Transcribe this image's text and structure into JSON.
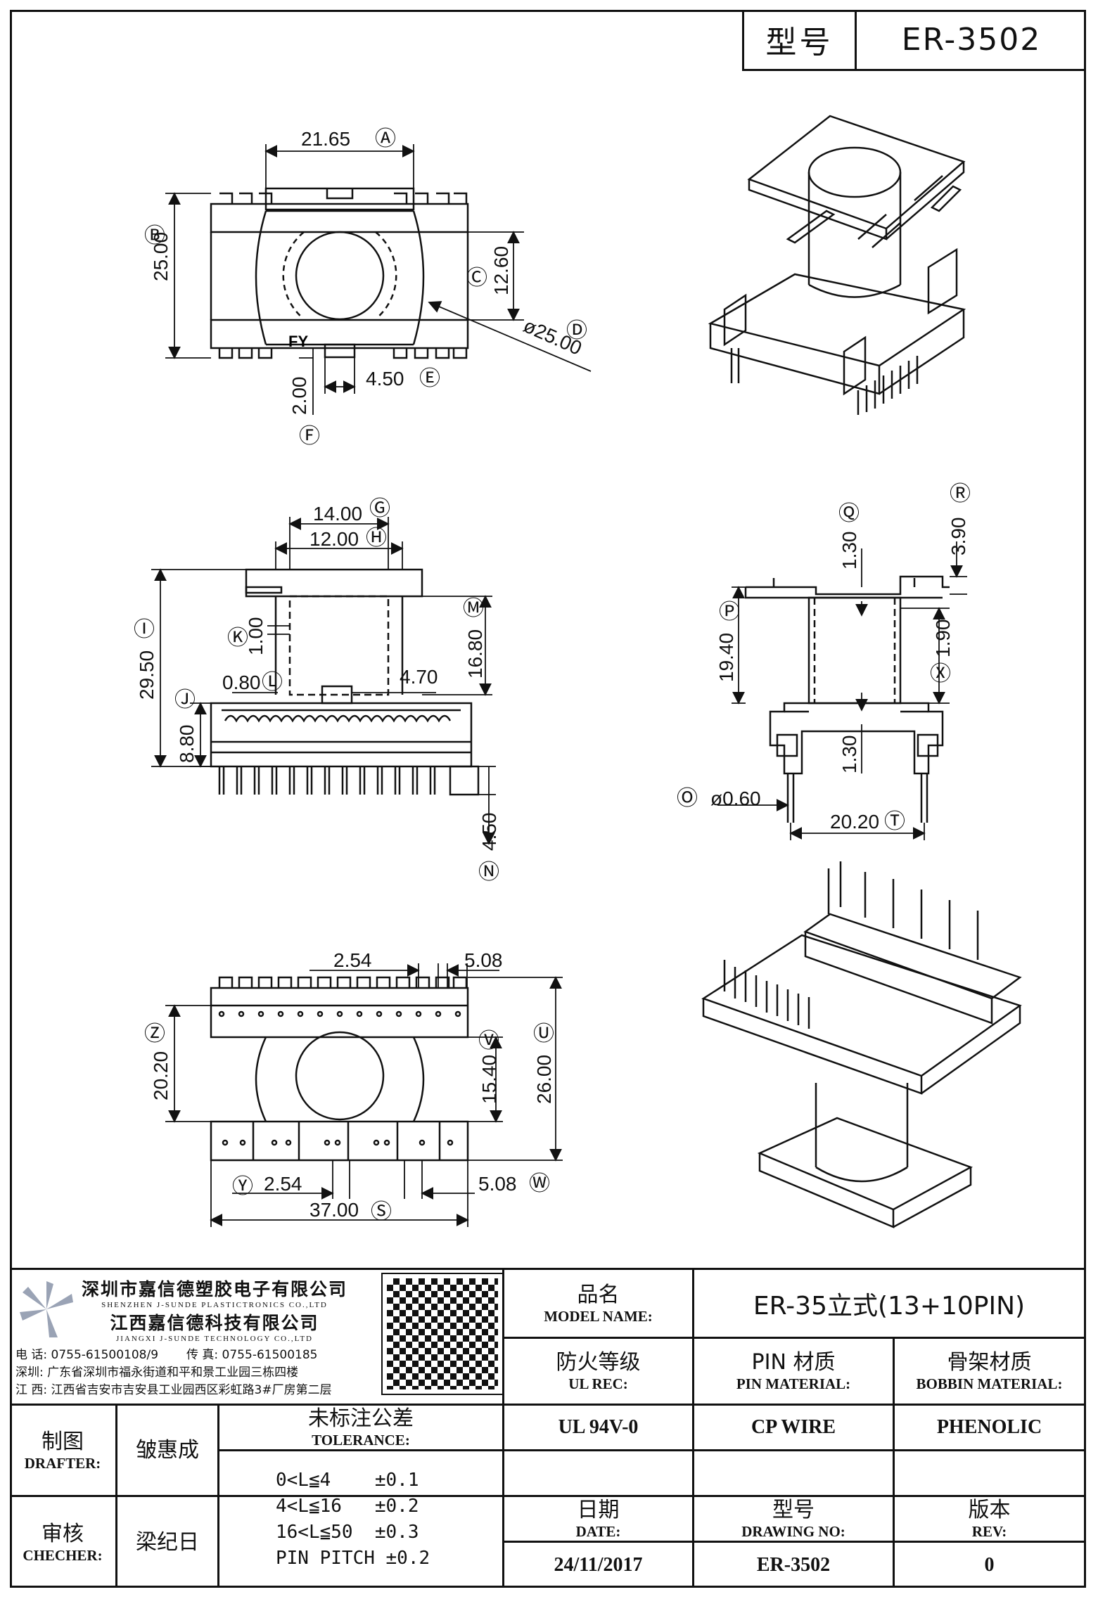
{
  "header": {
    "model_label": "型号",
    "model_value": "ER-3502"
  },
  "dims": {
    "A": "21.65",
    "B": "25.00",
    "C": "12.60",
    "D": "ø25.00",
    "E": "4.50",
    "F": "2.00",
    "G": "14.00",
    "H": "12.00",
    "I": "29.50",
    "J": "8.80",
    "K": "1.00",
    "L": "0.80",
    "M": "16.80",
    "N": "4.50",
    "L2": "4.70",
    "P": "19.40",
    "Q": "1.30",
    "R": "3.90",
    "X": "1.90",
    "Q2": "1.30",
    "O": "ø0.60",
    "T": "20.20",
    "top_pitch": "2.54",
    "top_pitch2": "5.08",
    "Z": "20.20",
    "V": "15.40",
    "U": "26.00",
    "Y": "2.54",
    "W": "5.08",
    "S": "37.00"
  },
  "marks": {
    "fy": "FY"
  },
  "company": {
    "name_sz": "深圳市嘉信德塑胶电子有限公司",
    "en_sz": "SHENZHEN J-SUNDE PLASTICTRONICS CO.,LTD",
    "name_jx": "江西嘉信德科技有限公司",
    "en_jx": "JIANGXI J-SUNDE TECHNOLOGY CO.,LTD",
    "phone": "电 话: 0755-61500108/9",
    "fax": "传 真: 0755-61500185",
    "addr_sz": "深圳: 广东省深圳市福永街道和平和景工业园三栋四楼",
    "addr_jx": "江 西: 江西省吉安市吉安县工业园西区彩虹路3#厂房第二层"
  },
  "title_block": {
    "model_name_zh": "品名",
    "model_name_en": "MODEL NAME:",
    "model_name_val": "ER-35立式(13+10PIN)",
    "ul_zh": "防火等级",
    "ul_en": "UL REC:",
    "ul_val": "UL 94V-0",
    "pin_zh": "PIN 材质",
    "pin_en": "PIN MATERIAL:",
    "pin_val": "CP WIRE",
    "bobbin_zh": "骨架材质",
    "bobbin_en": "BOBBIN MATERIAL:",
    "bobbin_val": "PHENOLIC",
    "drafter_zh": "制图",
    "drafter_en": "DRAFTER:",
    "drafter_val": "皱惠成",
    "checker_zh": "审核",
    "checker_en": "CHECHER:",
    "checker_val": "梁纪日",
    "tol_zh": "未标注公差",
    "tol_en": "TOLERANCE:",
    "tol_rows": [
      "0<L≦4    ±0.1",
      "4<L≦16   ±0.2",
      "16<L≦50  ±0.3",
      "PIN PITCH ±0.2"
    ],
    "date_zh": "日期",
    "date_en": "DATE:",
    "date_val": "24/11/2017",
    "dwg_zh": "型号",
    "dwg_en": "DRAWING NO:",
    "dwg_val": "ER-3502",
    "rev_zh": "版本",
    "rev_en": "REV:",
    "rev_val": "0"
  }
}
